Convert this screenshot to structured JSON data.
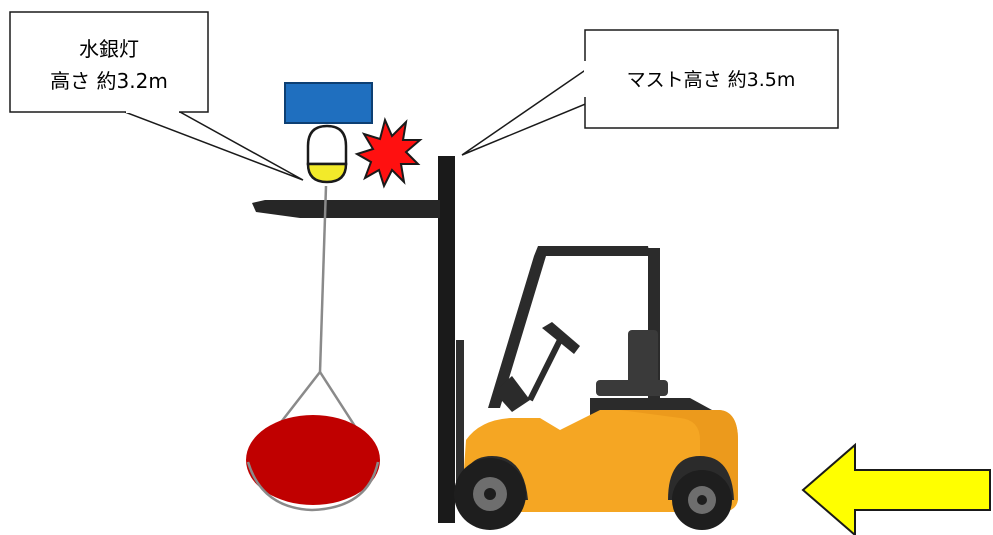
{
  "callouts": {
    "lamp": {
      "line1": "水銀灯",
      "line2": "高さ 約3.2m"
    },
    "mast": {
      "text": "マスト高さ 約3.5m"
    }
  },
  "colors": {
    "fixture_housing": "#1f6fbf",
    "lamp_glass": "#ffffff",
    "lamp_bulb": "#f2ea2a",
    "collision_burst": "#ff0000",
    "load": "#c00000",
    "forklift_body": "#f5a623",
    "forklift_dark": "#2b2b2b",
    "mast": "#1a1a1a",
    "arrow_fill": "#ffff00"
  },
  "icons": {
    "lamp": "mercury-lamp-icon",
    "collision": "collision-burst-icon",
    "load": "hanging-load-icon",
    "vehicle": "forklift-icon",
    "direction": "arrow-left-icon"
  }
}
